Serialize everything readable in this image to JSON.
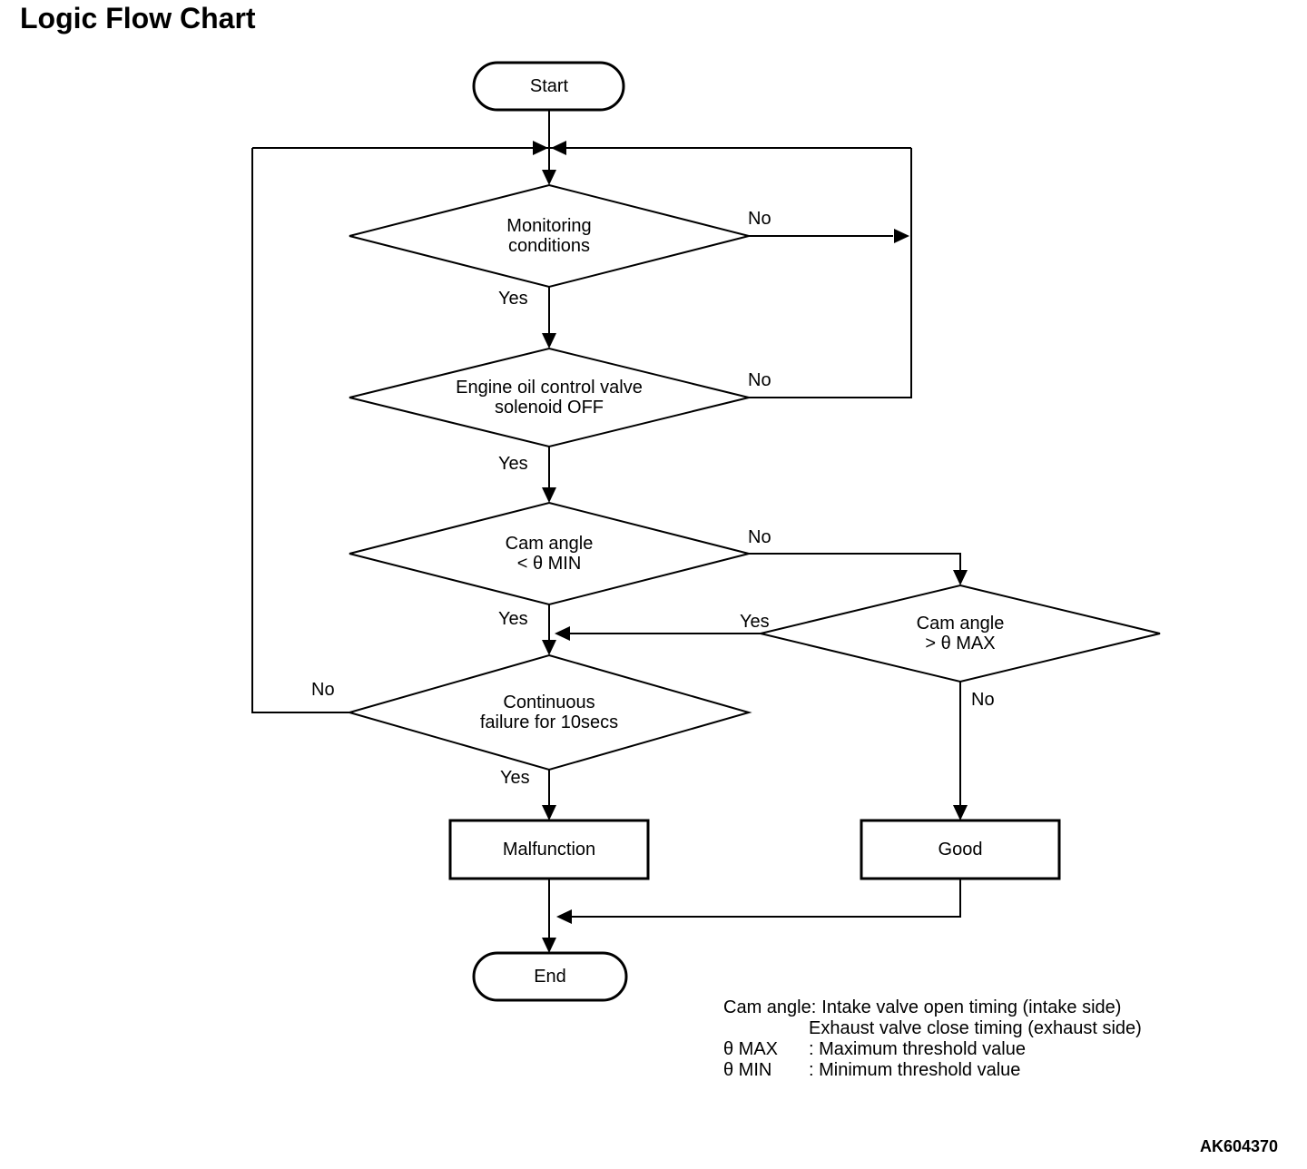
{
  "title": "Logic Flow Chart",
  "figure_code": "AK604370",
  "flowchart": {
    "start_label": "Start",
    "end_label": "End",
    "decisions": {
      "monitoring": "Monitoring\nconditions",
      "solenoid": "Engine oil control valve\nsolenoid OFF",
      "cam_min": "Cam angle\n< θ MIN",
      "cam_max": "Cam angle\n> θ MAX",
      "failure": "Continuous\nfailure for 10secs"
    },
    "results": {
      "malfunction": "Malfunction",
      "good": "Good"
    },
    "edge_labels": {
      "monitoring_yes": "Yes",
      "monitoring_no": "No",
      "solenoid_yes": "Yes",
      "solenoid_no": "No",
      "cam_min_yes": "Yes",
      "cam_min_no": "No",
      "cam_max_yes": "Yes",
      "cam_max_no": "No",
      "failure_yes": "Yes",
      "failure_no": "No"
    }
  },
  "legend": {
    "rows": [
      {
        "term": "Cam angle:",
        "desc": "Intake valve open timing (intake side)"
      },
      {
        "term": "",
        "desc": "Exhaust valve close timing (exhaust side)"
      },
      {
        "term": "θ MAX",
        "desc": ": Maximum threshold value"
      },
      {
        "term": "θ MIN",
        "desc": ": Minimum threshold value"
      }
    ]
  }
}
